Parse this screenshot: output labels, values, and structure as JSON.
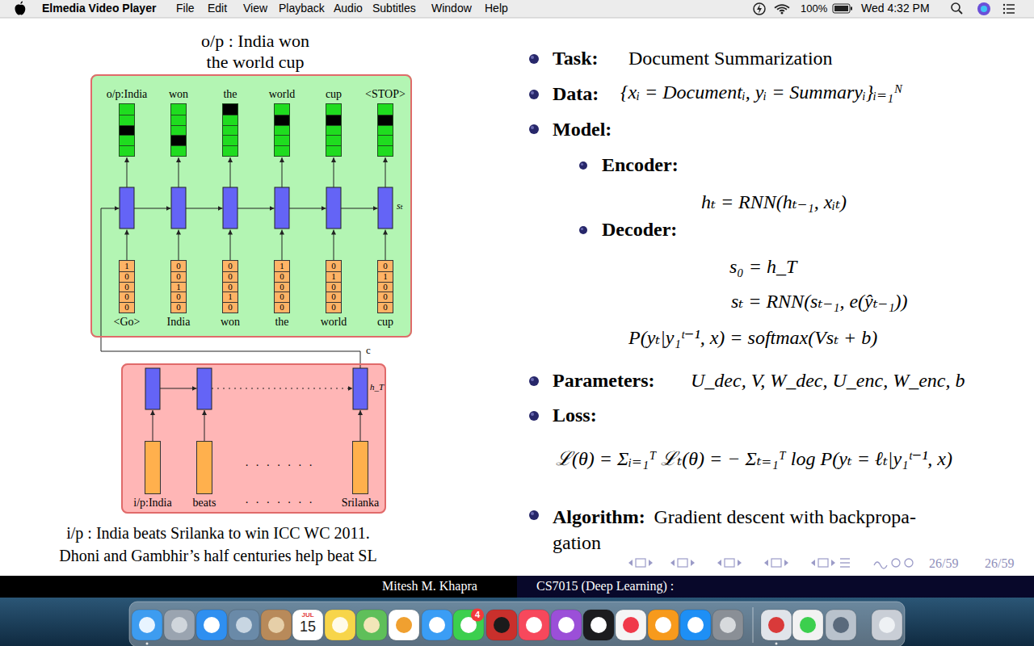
{
  "diagram": {
    "nodes": [
      {
        "text": [
          "o/p : India won the world cup"
        ]
      },
      {
        "text": [
          "o/p:India"
        ],
        "in": 0
      },
      {
        "text": [
          "won"
        ],
        "in": 0
      },
      {
        "text": [
          "the"
        ],
        "in": 0
      },
      {
        "text": [
          "world"
        ],
        "in": 0
      },
      {
        "text": [
          "cup"
        ],
        "in": 0
      },
      {
        "text": [
          "<STOP>"
        ],
        "in": 0
      },
      {
        "text": [
          "1 0 0 0 0",
          "<Go>"
        ],
        "in": 0
      },
      {
        "text": [
          "0 0 1 0 0",
          "India"
        ],
        "in": 0
      },
      {
        "text": [
          "0 0 0 1 0",
          "won"
        ],
        "in": 0
      },
      {
        "text": [
          "1 0 0 0 0",
          "the"
        ],
        "in": 0
      },
      {
        "text": [
          "0 1 0 0 0",
          "world"
        ],
        "in": 0
      },
      {
        "text": [
          "0 1 0 0 0",
          "cup"
        ],
        "in": 0
      },
      {
        "text": [
          "i/p : India beats Srilanka to win ICC WC 2011. Dhoni and Gambhir’s half centuries help beat SL"
        ]
      },
      {
        "text": [
          "i/p:India"
        ],
        "in": 13
      },
      {
        "text": [
          "beats"
        ],
        "in": 13
      },
      {
        "text": [
          "Srilanka"
        ],
        "in": 13
      }
    ],
    "edges": [
      {
        "from": 13,
        "to": 0,
        "label": "c",
        "arrow": "to"
      }
    ],
    "labels": [
      "Elmedia Video Player",
      "File",
      "Edit",
      "View",
      "Playback",
      "Audio",
      "Subtitles",
      "Window",
      "Help",
      "100%",
      "Wed 4:32 PM",
      "sₜ",
      "h_T",
      "· · · · · · ·",
      "· · · · · · ·",
      "Task:",
      "Document Summarization",
      "Data:",
      "{xᵢ = Documentᵢ, yᵢ = Summaryᵢ}ᵢ₌₁ᴺ",
      "Model:",
      "Encoder:",
      "hₜ = RNN(hₜ₋₁, xᵢₜ)",
      "Decoder:",
      "s₀ = h_T",
      "sₜ = RNN(sₜ₋₁, e(ŷₜ₋₁))",
      "P(yₜ|y₁ᵗ⁻¹, x) = softmax(Vsₜ + b)",
      "Parameters:",
      "U_dec, V, W_dec, U_enc, W_enc, b",
      "Loss:",
      "ℒ(θ) = Σᵢ₌₁ᵀ ℒₜ(θ) = − Σₜ₌₁ᵀ log P(yₜ = ℓₜ|y₁ᵗ⁻¹, x)",
      "Algorithm:",
      "Gradient descent with backpropa- gation",
      "26/59",
      "26/59",
      "Mitesh M. Khapra",
      "CS7015 (Deep Learning) :",
      "JUL",
      "15",
      "4"
    ]
  }
}
